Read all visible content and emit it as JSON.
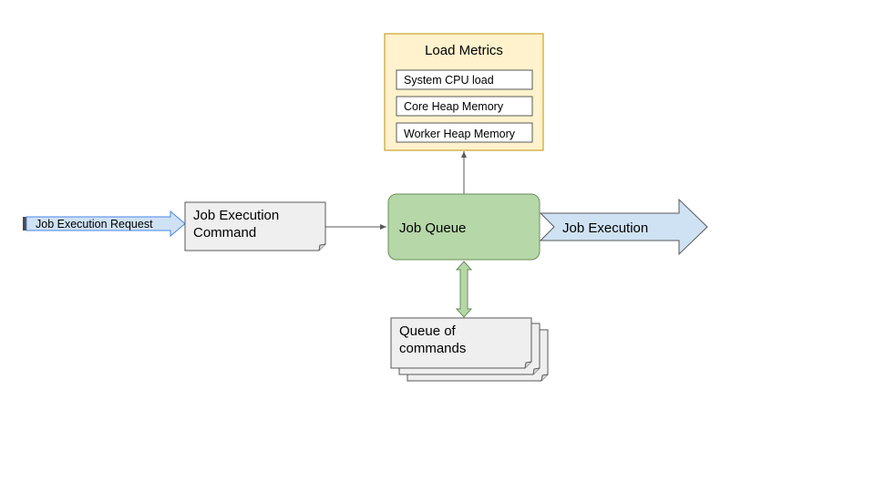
{
  "request_arrow": {
    "label": "Job Execution Request",
    "fill": "#cfe2f3",
    "stroke": "#4a86e8"
  },
  "command_note": {
    "lines": [
      "Job Execution",
      "Command"
    ],
    "fill": "#efefef"
  },
  "job_queue": {
    "label": "Job Queue",
    "fill": "#b6d7a8",
    "stroke": "#6a8f5a"
  },
  "execution_arrow": {
    "label": "Job Execution",
    "fill": "#cfe2f3"
  },
  "load_metrics": {
    "title": "Load Metrics",
    "fill": "#fff2cc",
    "stroke": "#bf9000",
    "items": [
      "System CPU load",
      "Core Heap Memory",
      "Worker Heap Memory"
    ]
  },
  "queue_of_commands": {
    "lines": [
      "Queue of",
      "commands"
    ],
    "fill": "#efefef"
  },
  "connector": {
    "stroke": "#595959"
  }
}
